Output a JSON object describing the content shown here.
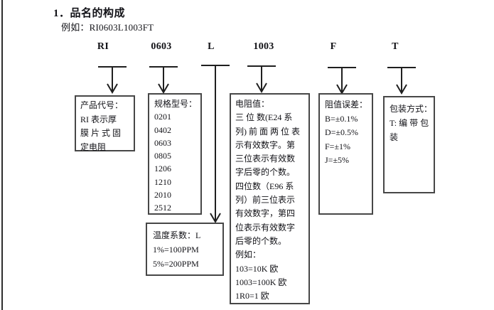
{
  "page": {
    "title": "1．品名的构成",
    "example": "例如：RI0603L1003FT"
  },
  "codes": [
    "RI",
    "0603",
    "L",
    "1003",
    "F",
    "T"
  ],
  "boxes": {
    "product_code": {
      "lines": [
        "产品代号：",
        "RI 表示厚",
        "膜 片 式 固",
        "定电阻"
      ]
    },
    "spec_model": {
      "lines": [
        "规格型号：",
        "0201",
        "0402",
        "0603",
        "0805",
        "1206",
        "1210",
        "2010",
        "2512"
      ]
    },
    "temp_coefficient": {
      "lines": [
        "温度系数：L",
        "1%=100PPM",
        "5%=200PPM"
      ]
    },
    "resistance_value": {
      "lines": [
        "电阻值：",
        "三 位 数(E24 系",
        "列) 前 面 两 位 表",
        "示有效数字。第",
        "三位表示有效数",
        "字后零的个数。",
        "四位数（E96 系",
        "列）前三位表示",
        "有效数字，第四",
        "位表示有效数字",
        "后零的个数。",
        "例如：",
        "103=10K 欧",
        "1003=100K 欧",
        "1R0=1 欧"
      ]
    },
    "tolerance": {
      "lines": [
        "阻值误差：",
        "B=±0.1%",
        "D=±0.5%",
        "F=±1%",
        "J=±5%"
      ]
    },
    "packaging": {
      "lines": [
        "包装方式：",
        "T: 编 带 包",
        "装"
      ]
    }
  },
  "colors": {
    "ink": "#121217",
    "box_border": "#474747",
    "arrow": "#1f1f1f"
  }
}
